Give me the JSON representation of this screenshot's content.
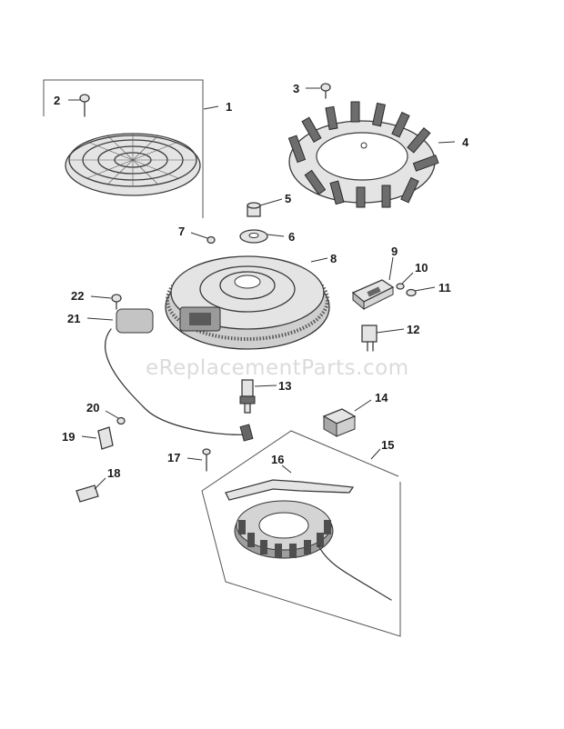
{
  "watermark": "eReplacementParts.com",
  "callouts": [
    {
      "label": "1"
    },
    {
      "label": "2"
    },
    {
      "label": "3"
    },
    {
      "label": "4"
    },
    {
      "label": "5"
    },
    {
      "label": "6"
    },
    {
      "label": "7"
    },
    {
      "label": "8"
    },
    {
      "label": "9"
    },
    {
      "label": "10"
    },
    {
      "label": "11"
    },
    {
      "label": "12"
    },
    {
      "label": "13"
    },
    {
      "label": "14"
    },
    {
      "label": "15"
    },
    {
      "label": "16"
    },
    {
      "label": "17"
    },
    {
      "label": "18"
    },
    {
      "label": "19"
    },
    {
      "label": "20"
    },
    {
      "label": "21"
    },
    {
      "label": "22"
    }
  ]
}
